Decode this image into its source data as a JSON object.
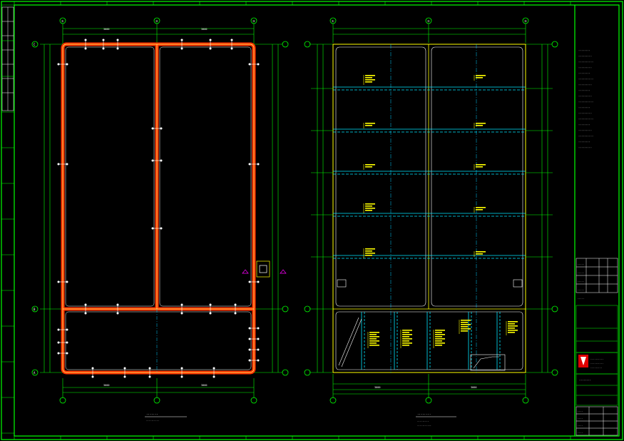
{
  "drawing": {
    "background": "#000000",
    "frame_color": "#00ff00",
    "wall_color": "#ff3300",
    "wall_inner_color": "#ffff66",
    "dim_color": "#00ff00",
    "axis_color": "#00ccff",
    "rebar_color": "#00e5ff",
    "tag_color": "#ffff00",
    "text_color": "#ffffff",
    "marker_color": "#ff00ff",
    "logo_color": "#e00000"
  },
  "plan_left": {
    "column_labels": [
      "①",
      "②",
      "③"
    ],
    "row_labels": [
      "A",
      "B",
      "C"
    ],
    "top_dims": [
      "3000",
      "3000"
    ],
    "bottom_dims": [
      "3000",
      "3000"
    ],
    "caption": "·······",
    "note": "··········"
  },
  "plan_right": {
    "column_labels": [
      "①",
      "②",
      "③"
    ],
    "bottom_dims": [
      "3000",
      "3000"
    ],
    "caption": "········",
    "notes": [
      "·········",
      "···········"
    ]
  },
  "notes_panel": {
    "lines": [
      "········",
      "·········",
      "··········",
      "·········",
      "········",
      "··········",
      "·········",
      "········",
      "·········",
      "··········",
      "········",
      "·········",
      "··········",
      "········",
      "·········",
      "··········",
      "········",
      "·········"
    ]
  },
  "title_block": {
    "rows": [
      "·····",
      "·····",
      "·····",
      "·····",
      "·····"
    ],
    "project_lines": [
      "··········",
      "··········",
      "·········"
    ],
    "drawing_title": "········",
    "sheet_rows": [
      "····",
      "····",
      "····",
      "····"
    ]
  }
}
